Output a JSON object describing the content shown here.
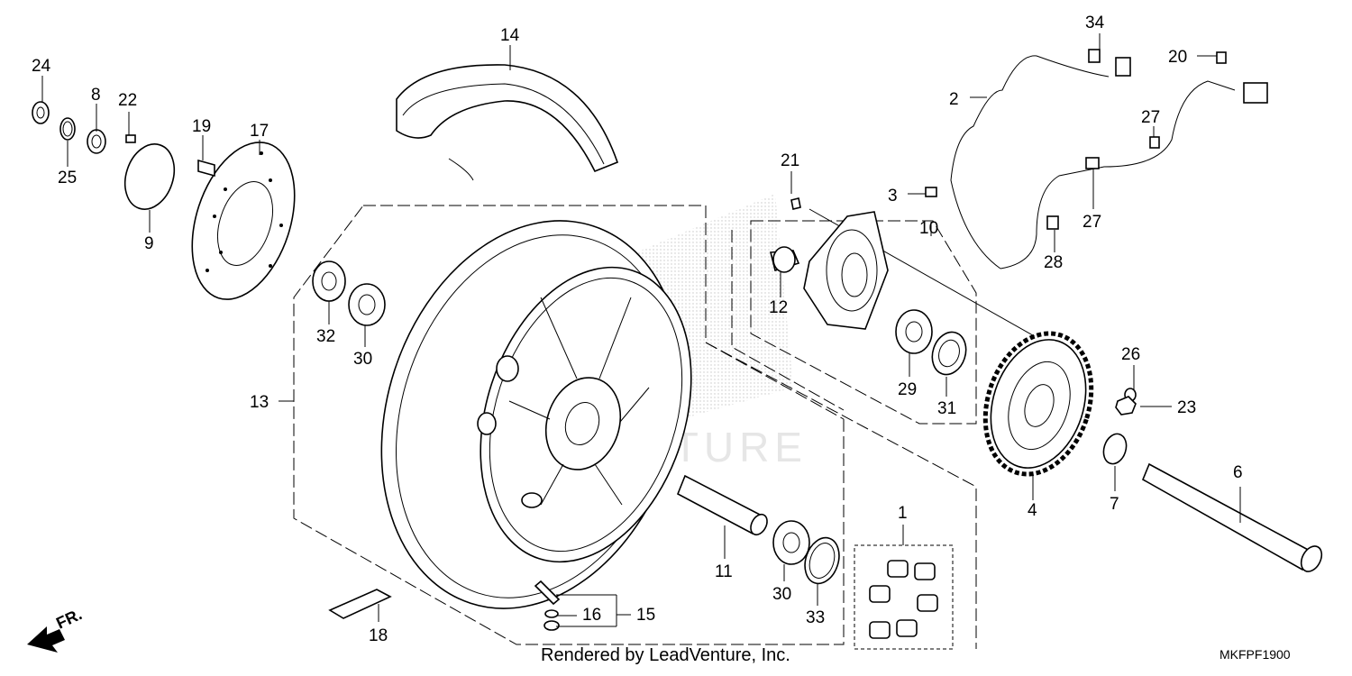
{
  "diagram_code": "MKFPF1900",
  "credit": "Rendered by LeadVenture, Inc.",
  "watermark": "LEADVENTURE",
  "direction_label": "FR.",
  "callouts": {
    "c1": "1",
    "c2": "2",
    "c3": "3",
    "c4": "4",
    "c6": "6",
    "c7": "7",
    "c8": "8",
    "c9": "9",
    "c10": "10",
    "c11": "11",
    "c12": "12",
    "c13": "13",
    "c14": "14",
    "c15": "15",
    "c16": "16",
    "c17": "17",
    "c18": "18",
    "c19": "19",
    "c20": "20",
    "c21": "21",
    "c22": "22",
    "c23": "23",
    "c24": "24",
    "c25": "25",
    "c26": "26",
    "c27a": "27",
    "c27b": "27",
    "c28": "28",
    "c29": "29",
    "c30a": "30",
    "c30b": "30",
    "c31": "31",
    "c32": "32",
    "c33": "33",
    "c34": "34"
  }
}
